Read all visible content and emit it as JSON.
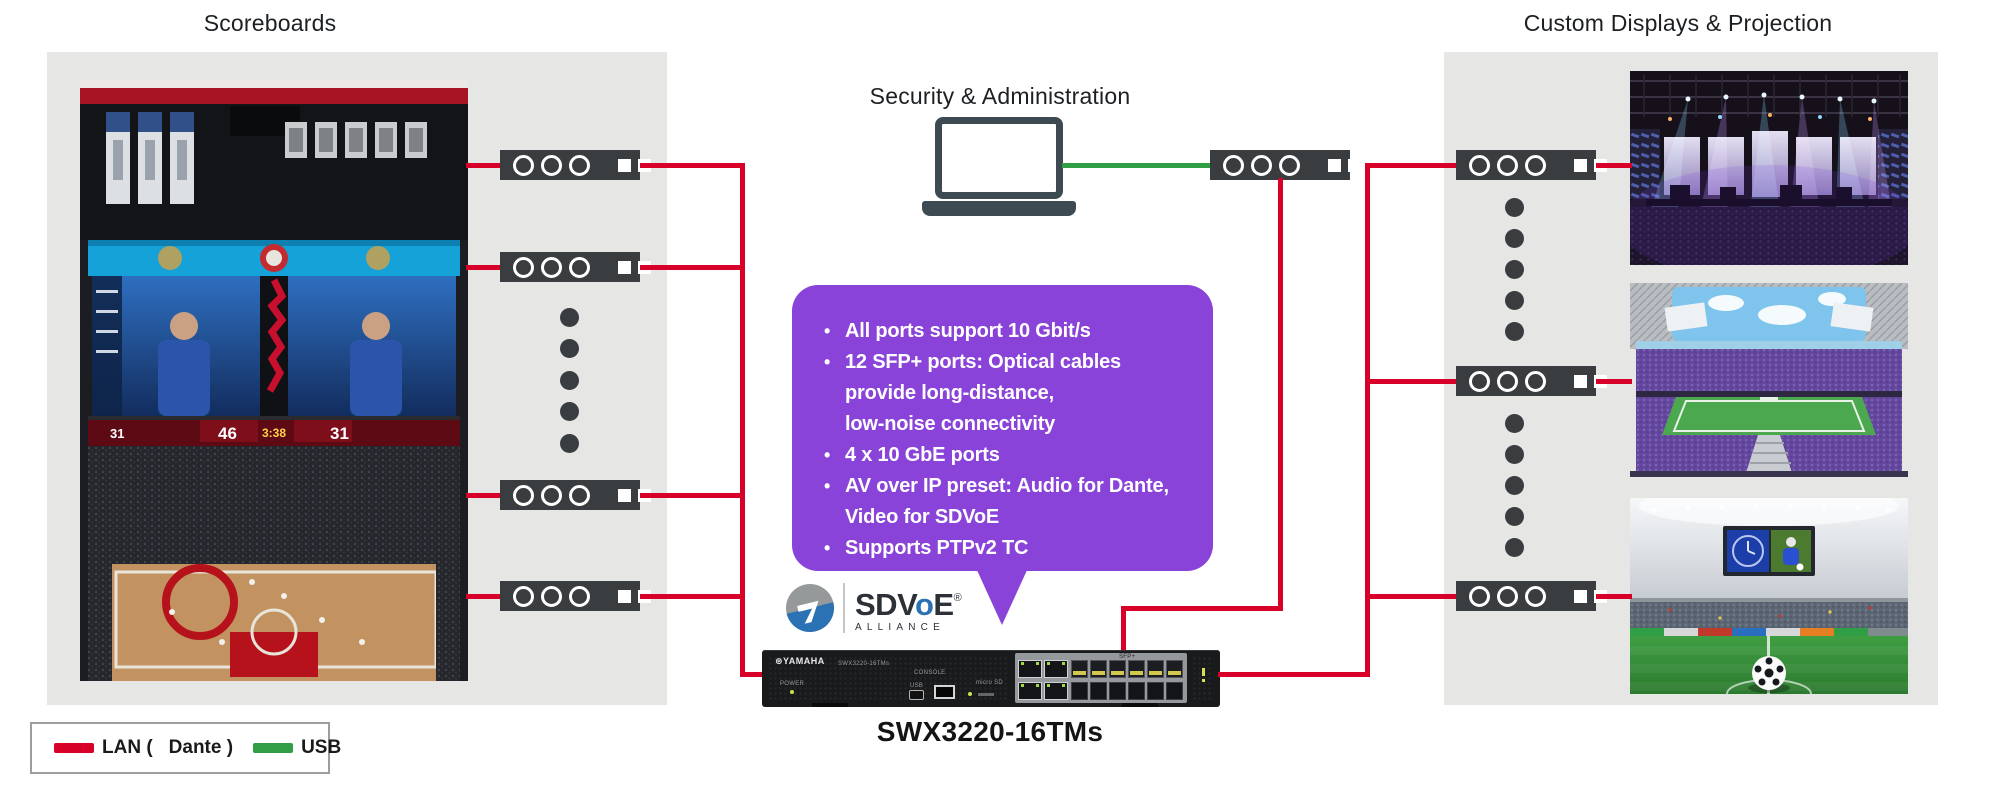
{
  "titles": {
    "scoreboards": "Scoreboards",
    "security": "Security & Administration",
    "displays": "Custom Displays & Projection"
  },
  "callout": {
    "bullets": [
      "All ports support 10 Gbit/s",
      "12 SFP+ ports: Optical cables\nprovide long-distance,\nlow-noise connectivity",
      "4 x 10 GbE ports",
      "AV over IP preset: Audio for Dante,\nVideo for SDVoE",
      "Supports PTPv2 TC"
    ]
  },
  "sdvoe": {
    "brand_prefix": "SDV",
    "brand_o": "o",
    "brand_suffix": "E",
    "registered": "®",
    "subtitle": "ALLIANCE"
  },
  "switch_unit": {
    "label": "SWX3220-16TMs",
    "brand": "YAMAHA",
    "model_small": "SWX3220-16TMs",
    "power": "POWER",
    "console": "CONSOLE",
    "usb": "USB",
    "microsd": "micro SD",
    "sfp": "SFP+"
  },
  "legend": {
    "lan_prefix": "LAN (",
    "dante": "Dante",
    "lan_suffix": ")",
    "usb": "USB",
    "lan_color": "#d70029",
    "usb_color": "#2f9e44"
  },
  "scoreboard_photo": {
    "numbers": [
      "31",
      "46",
      "3:38",
      "31"
    ]
  },
  "colors": {
    "line_lan": "#d70029",
    "line_usb": "#2f9e44",
    "callout_bg": "#8a43d8",
    "panel_bg": "#e6e7e5",
    "device_bg": "#3a3d40",
    "accent_blue": "#2a72b4"
  }
}
